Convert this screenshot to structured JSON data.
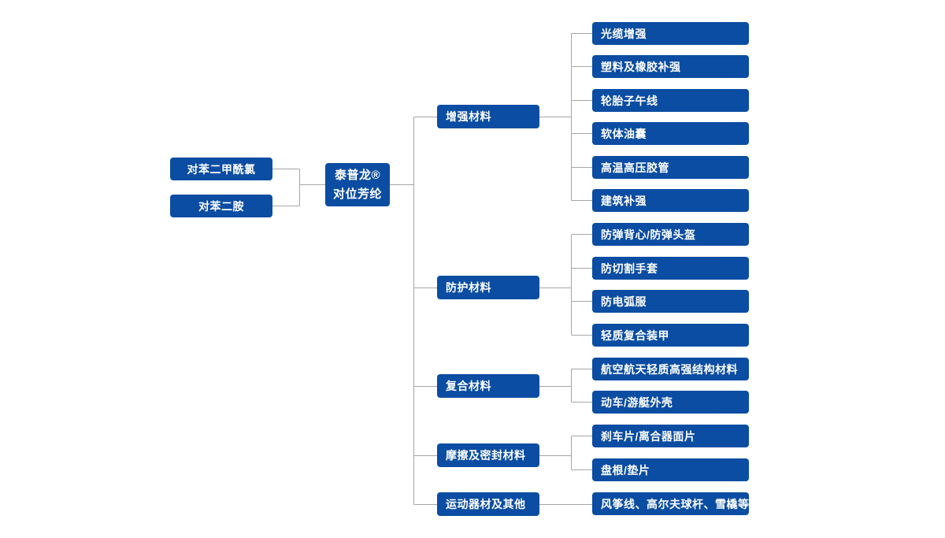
{
  "colors": {
    "node_fill": "#0B4DA2",
    "node_text": "#FFFFFF",
    "connector": "#A6A6A6",
    "background": "#FFFFFF"
  },
  "diagram": {
    "raw_materials": [
      {
        "label": "对苯二甲酰氯"
      },
      {
        "label": "对苯二胺"
      }
    ],
    "product": {
      "line1": "泰普龙®",
      "line2": "对位芳纶"
    },
    "categories": [
      {
        "label": "增强材料",
        "leaves": [
          "光缆增强",
          "塑料及橡胶补强",
          "轮胎子午线",
          "软体油囊",
          "高温高压胶管",
          "建筑补强"
        ]
      },
      {
        "label": "防护材料",
        "leaves": [
          "防弹背心/防弹头盔",
          "防切割手套",
          "防电弧服",
          "轻质复合装甲"
        ]
      },
      {
        "label": "复合材料",
        "leaves": [
          "航空航天轻质高强结构材料",
          "动车/游艇外壳"
        ]
      },
      {
        "label": "摩擦及密封材料",
        "leaves": [
          "刹车片/离合器面片",
          "盘根/垫片"
        ]
      },
      {
        "label": "运动器材及其他",
        "leaves": [
          "风筝线、高尔夫球杆、雪橇等"
        ]
      }
    ]
  }
}
